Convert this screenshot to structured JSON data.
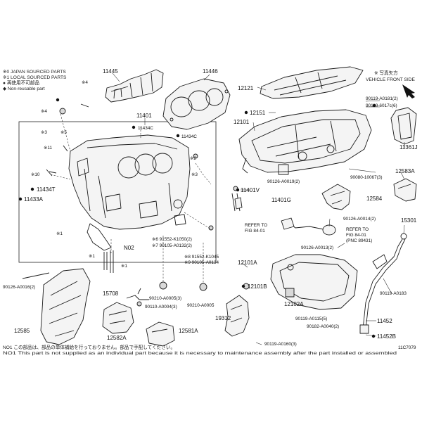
{
  "legend": {
    "items": [
      "※0 JAPAN SOURCED PARTS",
      "※1 LOCAL SOURCED PARTS",
      "● 再使用不可部品",
      "◆ Non-reusable part"
    ]
  },
  "upper_right_note": {
    "line1": "※ 写真矢方",
    "line2": "VEHICLE FRONT SIDE"
  },
  "footer": {
    "line1": "NO1 この部品は、部品の単体補給を行っておりません。部品で手配してください。",
    "line2": "NO1 This part is not supplied as an individual part because it is necessary to maintenance assembly after the part installed or assembled"
  },
  "figure_id": "11C7079",
  "callouts": [
    {
      "id": "c11445",
      "text": "11445"
    },
    {
      "id": "c11446",
      "text": "11446"
    },
    {
      "id": "c12121",
      "text": "12121"
    },
    {
      "id": "c90119_6018",
      "text": "90119-A0181(2)"
    },
    {
      "id": "c90119_6017",
      "text": "90119-6017c(6)"
    },
    {
      "id": "c11361",
      "text": "11361J"
    },
    {
      "id": "c4",
      "text": "※4"
    },
    {
      "id": "c11401",
      "text": "11401"
    },
    {
      "id": "c11434c_1",
      "text": "11434C"
    },
    {
      "id": "c11434c_2",
      "text": "11434C"
    },
    {
      "id": "c12151",
      "text": "12151"
    },
    {
      "id": "c12101",
      "text": "12101"
    },
    {
      "id": "c90080",
      "text": "90080-10067(3)"
    },
    {
      "id": "c12583a",
      "text": "12583A"
    },
    {
      "id": "c90126_a0019",
      "text": "90126-A0019(2)"
    },
    {
      "id": "c11401v",
      "text": "11401V"
    },
    {
      "id": "c12584",
      "text": "12584"
    },
    {
      "id": "c11401g",
      "text": "11401G"
    },
    {
      "id": "c11434t",
      "text": "11434T"
    },
    {
      "id": "c11433a",
      "text": "11433A"
    },
    {
      "id": "c90126_a0014",
      "text": "90126-A0014(2)"
    },
    {
      "id": "c15301",
      "text": "15301"
    },
    {
      "id": "c refer1",
      "text": "REFER TO"
    },
    {
      "id": "c refer1b",
      "text": "FIG 84-01"
    },
    {
      "id": "c refer2",
      "text": "REFER TO"
    },
    {
      "id": "c refer2b",
      "text": "FIG 84-01"
    },
    {
      "id": "c refer2c",
      "text": "(PNC 89431)"
    },
    {
      "id": "c91552",
      "text": "※6 91552-K1050(2)"
    },
    {
      "id": "c90105_a0132",
      "text": "※7 90105-A0132(2)"
    },
    {
      "id": "cn02",
      "text": "N02"
    },
    {
      "id": "c90126_a0013",
      "text": "90126-A0013(2)"
    },
    {
      "id": "c91552_k1045",
      "text": "※8 91552-K1045"
    },
    {
      "id": "c90105_a0134",
      "text": "※9 90105-A0134"
    },
    {
      "id": "c12101a",
      "text": "12101A"
    },
    {
      "id": "c12101b",
      "text": "12101B"
    },
    {
      "id": "c90126_a0016",
      "text": "90126-A0016(2)"
    },
    {
      "id": "c15708",
      "text": "15708"
    },
    {
      "id": "c90210_a0005",
      "text": "90210-A0005(3)"
    },
    {
      "id": "c90119_a0183",
      "text": "90119-A0183"
    },
    {
      "id": "c90110_a0004",
      "text": "90110-A0004(3)"
    },
    {
      "id": "c90210_a0005b",
      "text": "90210-A0005"
    },
    {
      "id": "c12102a",
      "text": "12102A"
    },
    {
      "id": "c19312",
      "text": "19312"
    },
    {
      "id": "c90119_a0115",
      "text": "90119-A0115(5)"
    },
    {
      "id": "c11452",
      "text": "11452"
    },
    {
      "id": "c90182",
      "text": "90182-A0040(2)"
    },
    {
      "id": "c12585",
      "text": "12585"
    },
    {
      "id": "c12582a",
      "text": "12582A"
    },
    {
      "id": "c12581a",
      "text": "12581A"
    },
    {
      "id": "c11452b",
      "text": "11452B"
    },
    {
      "id": "c90119_a0160",
      "text": "90119-A0160(3)"
    },
    {
      "id": "cs1a",
      "text": "※1"
    },
    {
      "id": "cs1b",
      "text": "※1"
    },
    {
      "id": "cs1c",
      "text": "※1"
    },
    {
      "id": "cs2",
      "text": "※2"
    },
    {
      "id": "cs3",
      "text": "※3"
    },
    {
      "id": "cs3b",
      "text": "※3"
    },
    {
      "id": "cs4b",
      "text": "※4"
    },
    {
      "id": "cs5",
      "text": "※5"
    },
    {
      "id": "cs10",
      "text": "※10"
    },
    {
      "id": "cs11",
      "text": "※11"
    }
  ]
}
